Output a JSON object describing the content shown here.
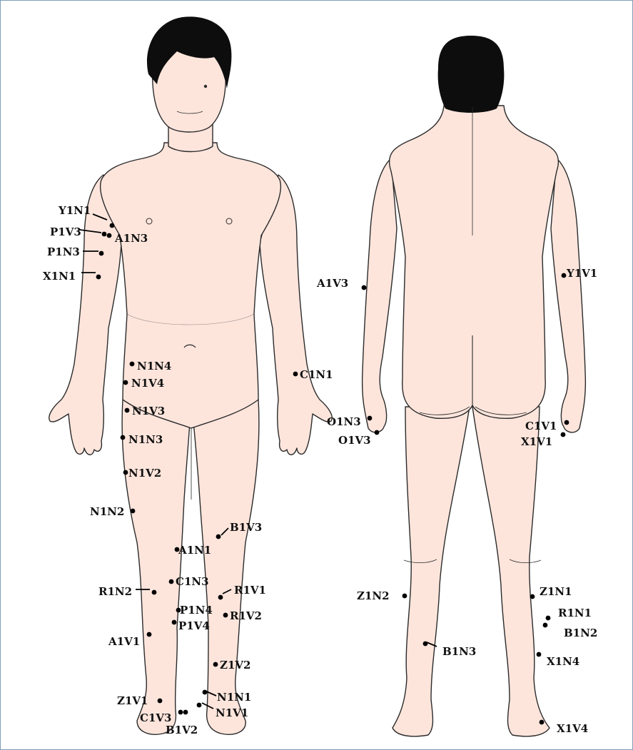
{
  "colors": {
    "skin": "#fde5dc",
    "skin_shadow": "#f5c9b8",
    "outline": "#2b2b2b",
    "hair": "#0d0d0d",
    "marker": "#000000",
    "frame": "#7f9db9"
  },
  "front_points": [
    {
      "label": "Y1N1"
    },
    {
      "label": "P1V3"
    },
    {
      "label": "A1N3"
    },
    {
      "label": "P1N3"
    },
    {
      "label": "X1N1"
    },
    {
      "label": "N1N4"
    },
    {
      "label": "N1V4"
    },
    {
      "label": "C1N1"
    },
    {
      "label": "N1V3"
    },
    {
      "label": "N1N3"
    },
    {
      "label": "N1V2"
    },
    {
      "label": "N1N2"
    },
    {
      "label": "B1V3"
    },
    {
      "label": "A1N1"
    },
    {
      "label": "R1N2"
    },
    {
      "label": "C1N3"
    },
    {
      "label": "R1V1"
    },
    {
      "label": "P1N4"
    },
    {
      "label": "R1V2"
    },
    {
      "label": "P1V4"
    },
    {
      "label": "A1V1"
    },
    {
      "label": "Z1V2"
    },
    {
      "label": "N1N1"
    },
    {
      "label": "Z1V1"
    },
    {
      "label": "N1V1"
    },
    {
      "label": "C1V3"
    },
    {
      "label": "B1V2"
    }
  ],
  "back_points": [
    {
      "label": "A1V3"
    },
    {
      "label": "Y1V1"
    },
    {
      "label": "O1N3"
    },
    {
      "label": "O1V3"
    },
    {
      "label": "C1V1"
    },
    {
      "label": "X1V1"
    },
    {
      "label": "Z1N2"
    },
    {
      "label": "Z1N1"
    },
    {
      "label": "R1N1"
    },
    {
      "label": "B1N2"
    },
    {
      "label": "B1N3"
    },
    {
      "label": "X1N4"
    },
    {
      "label": "X1V4"
    }
  ]
}
